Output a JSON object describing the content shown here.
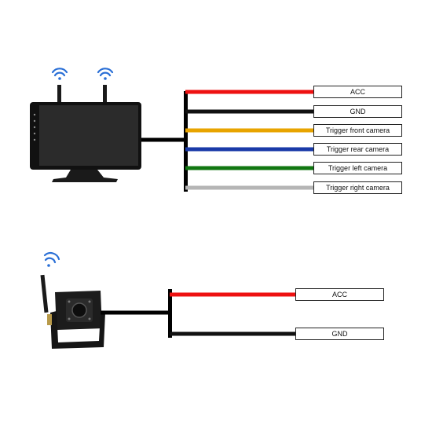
{
  "monitor_section": {
    "device": "wireless-monitor",
    "wires": [
      {
        "label": "ACC",
        "color": "#ee1111"
      },
      {
        "label": "GND",
        "color": "#111111"
      },
      {
        "label": "Trigger front camera",
        "color": "#e8a400"
      },
      {
        "label": "Trigger rear camera",
        "color": "#1a3aa8"
      },
      {
        "label": "Trigger left camera",
        "color": "#117711"
      },
      {
        "label": "Trigger right camera",
        "color": "#b5b5b5"
      }
    ]
  },
  "camera_section": {
    "device": "wireless-backup-camera",
    "wires": [
      {
        "label": "ACC",
        "color": "#ee1111"
      },
      {
        "label": "GND",
        "color": "#111111"
      }
    ]
  },
  "icons": [
    "wifi-icon",
    "wifi-icon",
    "wifi-icon"
  ],
  "accent_colors": {
    "wifi": "#2a6fd6",
    "bus": "#000000"
  }
}
